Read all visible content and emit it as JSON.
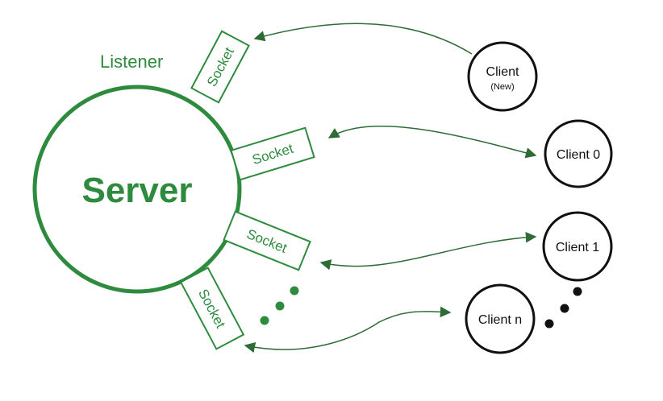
{
  "server": {
    "label": "Server"
  },
  "listener": {
    "label": "Listener"
  },
  "sockets": [
    "Socket",
    "Socket",
    "Socket",
    "Socket"
  ],
  "clients": [
    {
      "label": "Client",
      "sublabel": "(New)"
    },
    {
      "label": "Client 0"
    },
    {
      "label": "Client 1"
    },
    {
      "label": "Client n"
    }
  ],
  "colors": {
    "server": "#2e8b3e",
    "arrow": "#2e6b35",
    "client": "#111111"
  }
}
